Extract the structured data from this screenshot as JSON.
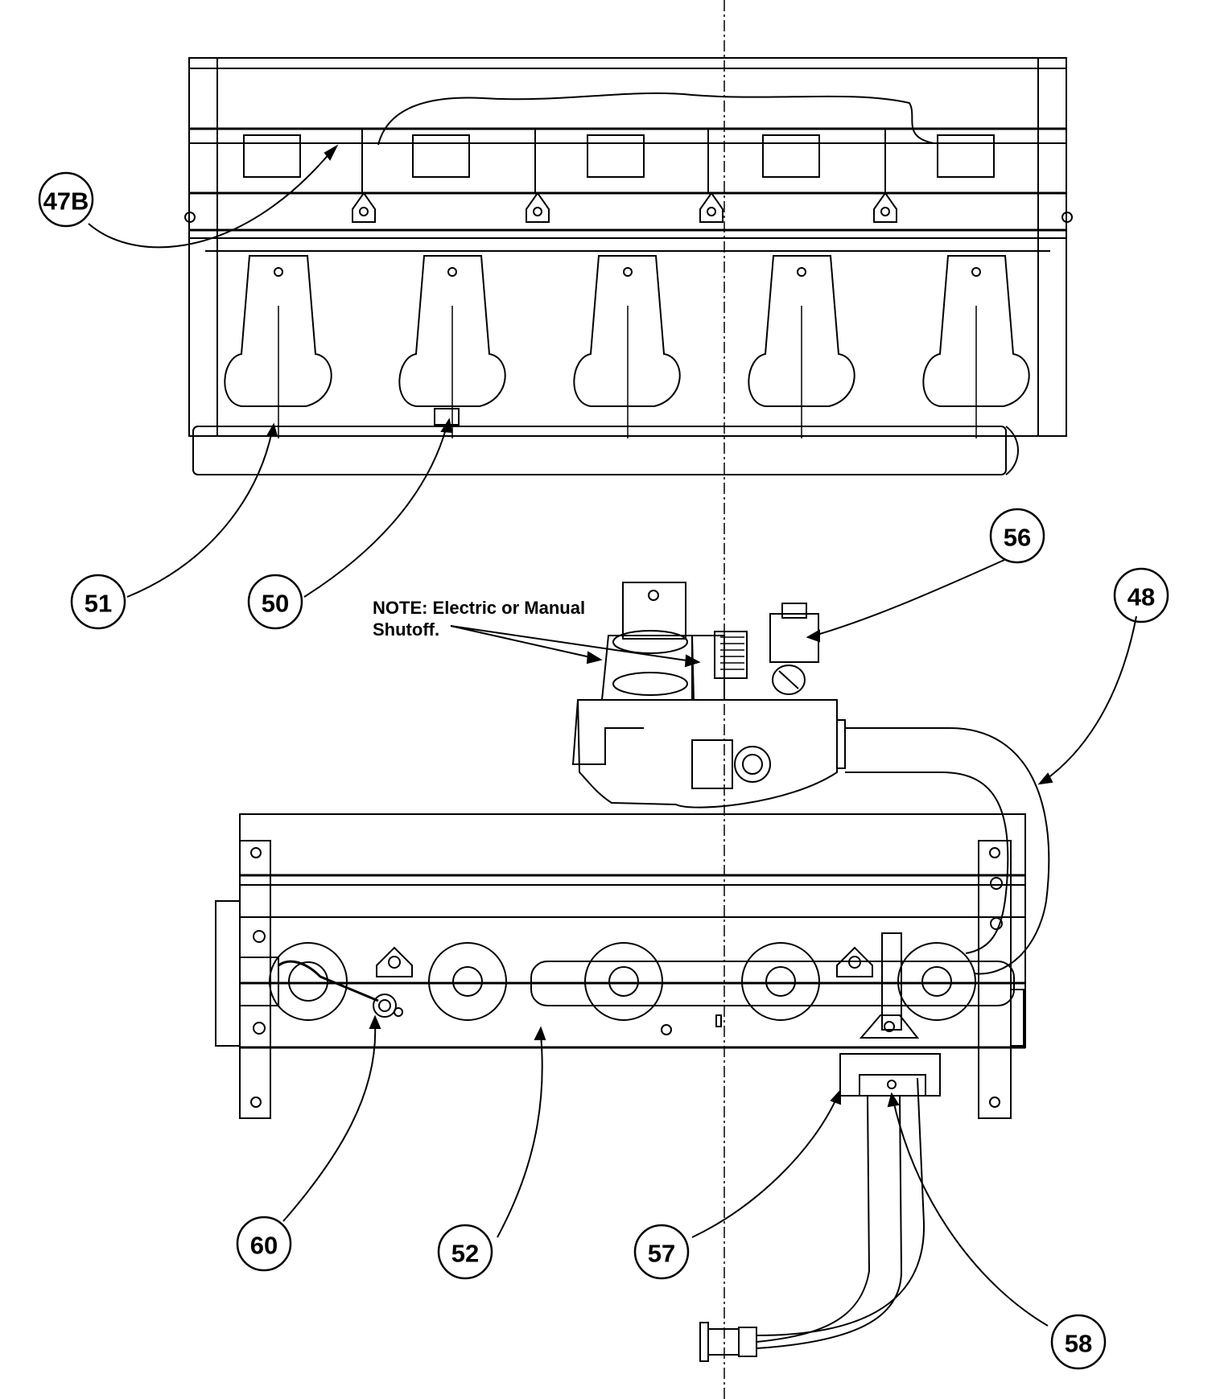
{
  "note": {
    "line1": "NOTE: Electric or Manual",
    "line2": "Shutoff."
  },
  "callouts": [
    {
      "id": "c47b",
      "label": "47B"
    },
    {
      "id": "c51",
      "label": "51"
    },
    {
      "id": "c50",
      "label": "50"
    },
    {
      "id": "c56",
      "label": "56"
    },
    {
      "id": "c48",
      "label": "48"
    },
    {
      "id": "c60",
      "label": "60"
    },
    {
      "id": "c52",
      "label": "52"
    },
    {
      "id": "c57",
      "label": "57"
    },
    {
      "id": "c58",
      "label": "58"
    }
  ]
}
